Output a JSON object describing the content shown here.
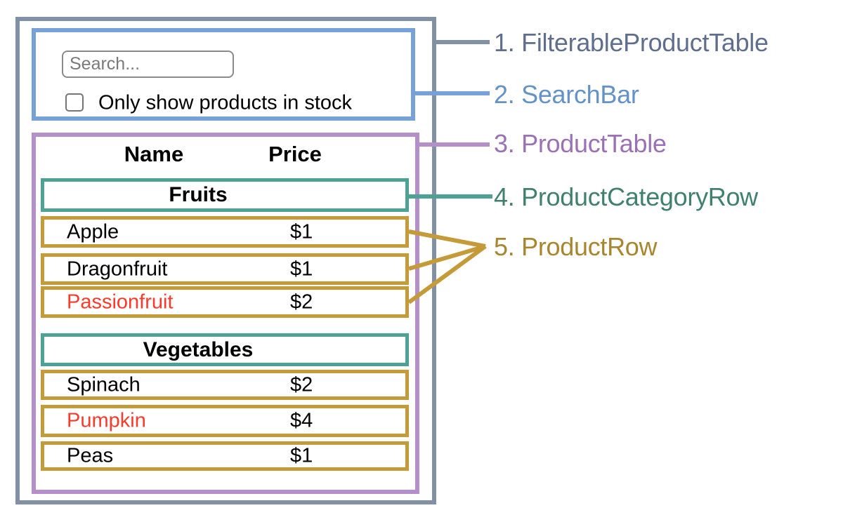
{
  "colors": {
    "slate-border": "#8290a6",
    "slate-text": "#5f6e8d",
    "blue-border": "#77a2d8",
    "blue-text": "#6392c9",
    "purple-border": "#b48fc9",
    "purple-text": "#9a71b6",
    "teal-border": "#4da295",
    "teal-text": "#40806f",
    "gold-border": "#c59b3a",
    "gold-text": "#a8862e",
    "red": "#f93b2c"
  },
  "search_bar": {
    "placeholder": "Search...",
    "checkbox_label": "Only show products in stock",
    "checkbox_checked": false
  },
  "table": {
    "headers": {
      "name": "Name",
      "price": "Price"
    },
    "sections": [
      {
        "category": "Fruits",
        "rows": [
          {
            "name": "Apple",
            "price": "$1",
            "out_of_stock": false
          },
          {
            "name": "Dragonfruit",
            "price": "$1",
            "out_of_stock": false
          },
          {
            "name": "Passionfruit",
            "price": "$2",
            "out_of_stock": true
          }
        ]
      },
      {
        "category": "Vegetables",
        "rows": [
          {
            "name": "Spinach",
            "price": "$2",
            "out_of_stock": false
          },
          {
            "name": "Pumpkin",
            "price": "$4",
            "out_of_stock": true
          },
          {
            "name": "Peas",
            "price": "$1",
            "out_of_stock": false
          }
        ]
      }
    ]
  },
  "annotations": [
    {
      "label": "1. FilterableProductTable"
    },
    {
      "label": "2. SearchBar"
    },
    {
      "label": "3. ProductTable"
    },
    {
      "label": "4. ProductCategoryRow"
    },
    {
      "label": "5. ProductRow"
    }
  ]
}
